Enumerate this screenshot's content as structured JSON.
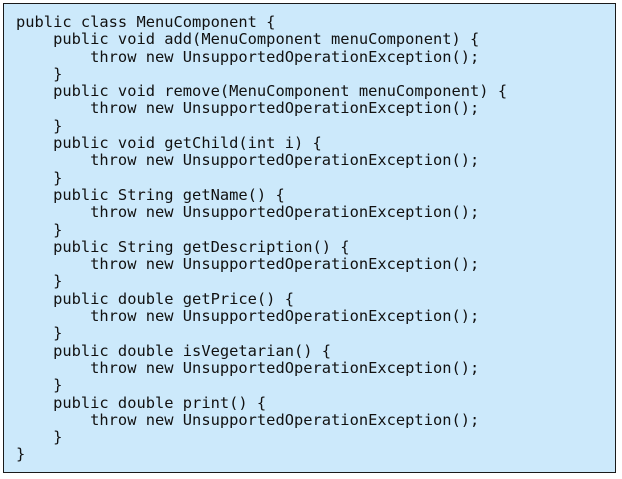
{
  "code": {
    "lines": [
      "public class MenuComponent {",
      "    public void add(MenuComponent menuComponent) {",
      "        throw new UnsupportedOperationException();",
      "    }",
      "    public void remove(MenuComponent menuComponent) {",
      "        throw new UnsupportedOperationException();",
      "    }",
      "    public void getChild(int i) {",
      "        throw new UnsupportedOperationException();",
      "    }",
      "    public String getName() {",
      "        throw new UnsupportedOperationException();",
      "    }",
      "    public String getDescription() {",
      "        throw new UnsupportedOperationException();",
      "    }",
      "    public double getPrice() {",
      "        throw new UnsupportedOperationException();",
      "    }",
      "    public double isVegetarian() {",
      "        throw new UnsupportedOperationException();",
      "    }",
      "    public double print() {",
      "        throw new UnsupportedOperationException();",
      "    }",
      "}"
    ]
  }
}
